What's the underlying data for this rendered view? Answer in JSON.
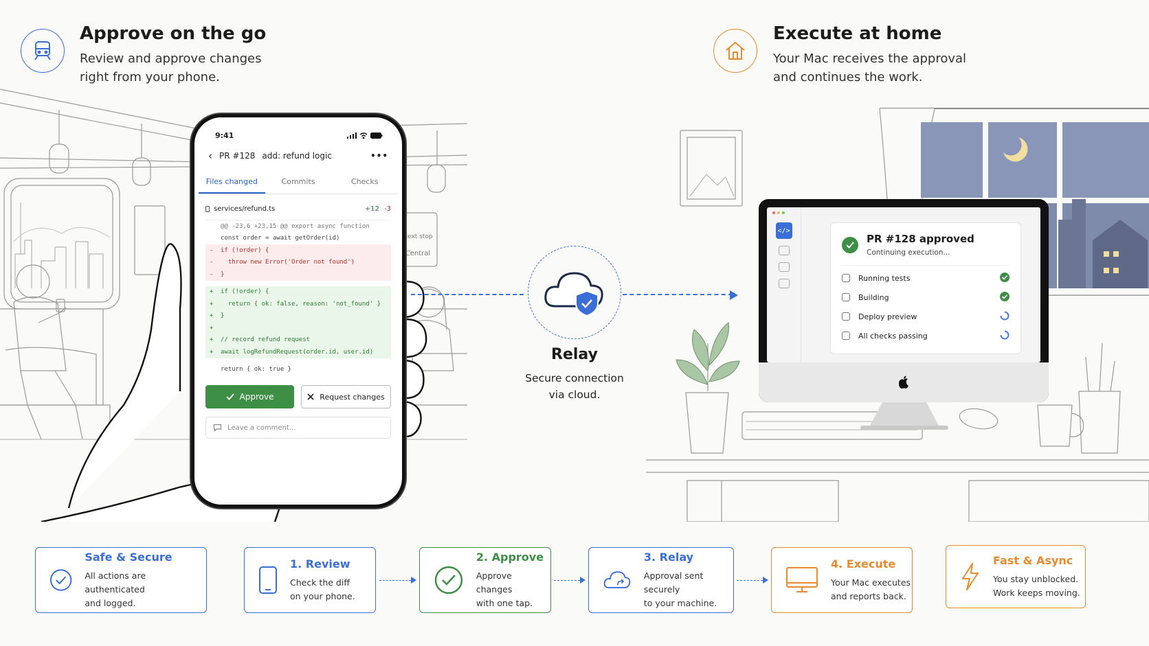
{
  "left_header": {
    "title": "Approve on the go",
    "subtitle_line1": "Review and approve changes",
    "subtitle_line2": "right from your phone."
  },
  "right_header": {
    "title": "Execute at home",
    "subtitle_line1": "Your Mac receives the approval",
    "subtitle_line2": "and continues the work."
  },
  "train_sign": {
    "line1": "Next stop",
    "line2": "Central"
  },
  "phone": {
    "time": "9:41",
    "pr_number": "PR #128",
    "pr_title": "add: refund logic",
    "more_icon": "more-icon",
    "tabs": [
      "Files changed",
      "Commits",
      "Checks"
    ],
    "active_tab": "Files changed",
    "file_name": "services/refund.ts",
    "additions": "+12",
    "deletions": "-3",
    "code_lines": [
      {
        "kind": "hunk",
        "sign": "",
        "text": "@@ -23,6 +23,15 @@ export async function"
      },
      {
        "kind": "ctx",
        "sign": "",
        "text": "const order = await getOrder(id)"
      },
      {
        "kind": "del",
        "sign": "-",
        "text": "if (!order) {"
      },
      {
        "kind": "del",
        "sign": "-",
        "text": "  throw new Error('Order not found')"
      },
      {
        "kind": "del",
        "sign": "-",
        "text": "}"
      },
      {
        "kind": "add",
        "sign": "+",
        "text": "if (!order) {"
      },
      {
        "kind": "add",
        "sign": "+",
        "text": "  return { ok: false, reason: 'not_found' }"
      },
      {
        "kind": "add",
        "sign": "+",
        "text": "}"
      },
      {
        "kind": "add",
        "sign": "+",
        "text": ""
      },
      {
        "kind": "add",
        "sign": "+",
        "text": "// record refund request"
      },
      {
        "kind": "add",
        "sign": "+",
        "text": "await logRefundRequest(order.id, user.id)"
      },
      {
        "kind": "ctx",
        "sign": "",
        "text": "return { ok: true }"
      }
    ],
    "approve_label": "Approve",
    "request_changes_label": "Request changes",
    "comment_placeholder": "Leave a comment..."
  },
  "relay": {
    "title": "Relay",
    "desc_line1": "Secure connection",
    "desc_line2": "via cloud."
  },
  "mac": {
    "card_title": "PR #128 approved",
    "card_subtitle": "Continuing execution...",
    "steps": [
      {
        "label": "Running tests",
        "status": "done"
      },
      {
        "label": "Building",
        "status": "done"
      },
      {
        "label": "Deploy preview",
        "status": "in-progress"
      },
      {
        "label": "All checks passing",
        "status": "in-progress"
      }
    ]
  },
  "flow": {
    "safe": {
      "title": "Safe & Secure",
      "line1": "All actions are authenticated",
      "line2": "and logged.",
      "color": "#3a6fd8"
    },
    "review": {
      "title": "1. Review",
      "line1": "Check the diff",
      "line2": "on your phone.",
      "color": "#3a6fd8"
    },
    "approve": {
      "title": "2. Approve",
      "line1": "Approve changes",
      "line2": "with one tap.",
      "color": "#3d8f46"
    },
    "relay": {
      "title": "3. Relay",
      "line1": "Approval sent securely",
      "line2": "to your machine.",
      "color": "#3a6fd8"
    },
    "execute": {
      "title": "4. Execute",
      "line1": "Your Mac executes",
      "line2": "and reports back.",
      "color": "#e88a2e"
    },
    "fast": {
      "title": "Fast & Async",
      "line1": "You stay unblocked.",
      "line2": "Work keeps moving.",
      "color": "#e88a2e"
    }
  },
  "colors": {
    "blue": "#3a6fd8",
    "green": "#3d8f46",
    "orange": "#e88a2e"
  }
}
